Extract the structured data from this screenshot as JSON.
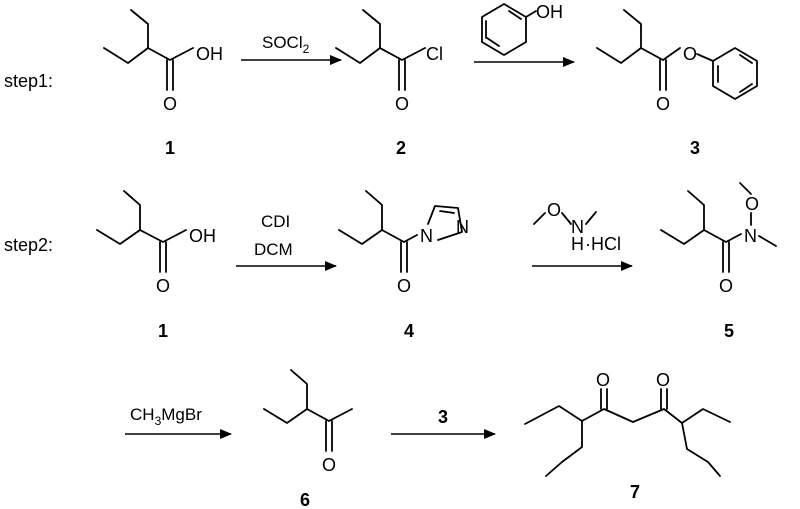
{
  "steps": {
    "step1": "step1:",
    "step2": "step2:"
  },
  "compounds": {
    "c1a": "1",
    "c2": "2",
    "c3": "3",
    "c1b": "1",
    "c4": "4",
    "c5": "5",
    "c6": "6",
    "c7": "7"
  },
  "atoms": {
    "oh": "OH",
    "o": "O",
    "cl": "Cl",
    "n": "N",
    "h": "H",
    "hcl": "HCl"
  },
  "reagents": {
    "socl": "SOCl",
    "socl_sub": "2",
    "cdi": "CDI",
    "dcm": "DCM",
    "ch3": "CH",
    "ch3_sub": "3",
    "mgbr": "MgBr",
    "reagent3": "3"
  },
  "colors": {
    "ink": "#000000",
    "background": "#ffffff"
  }
}
